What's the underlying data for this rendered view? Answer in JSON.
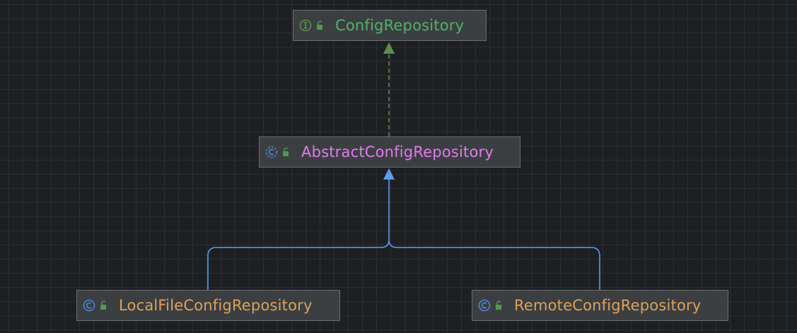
{
  "diagram": {
    "nodes": [
      {
        "id": "config-repository",
        "label": "ConfigRepository",
        "kind": "interface",
        "color": "#4eb36c",
        "icon": "interface-icon"
      },
      {
        "id": "abstract-config-repository",
        "label": "AbstractConfigRepository",
        "kind": "abstract-class",
        "color": "#e17bf0",
        "icon": "abstract-class-icon"
      },
      {
        "id": "local-file-config-repository",
        "label": "LocalFileConfigRepository",
        "kind": "class",
        "color": "#dea15a",
        "icon": "class-icon"
      },
      {
        "id": "remote-config-repository",
        "label": "RemoteConfigRepository",
        "kind": "class",
        "color": "#dea15a",
        "icon": "class-icon"
      }
    ],
    "edges": [
      {
        "from": "abstract-config-repository",
        "to": "config-repository",
        "type": "implements"
      },
      {
        "from": "local-file-config-repository",
        "to": "abstract-config-repository",
        "type": "extends"
      },
      {
        "from": "remote-config-repository",
        "to": "abstract-config-repository",
        "type": "extends"
      }
    ],
    "colors": {
      "implements_edge": "#5d8f4c",
      "extends_edge": "#5b9bf0",
      "interface_icon": "#5c8a4f",
      "class_icon": "#4a84d6",
      "lock_icon": "#4e9a4e"
    }
  }
}
